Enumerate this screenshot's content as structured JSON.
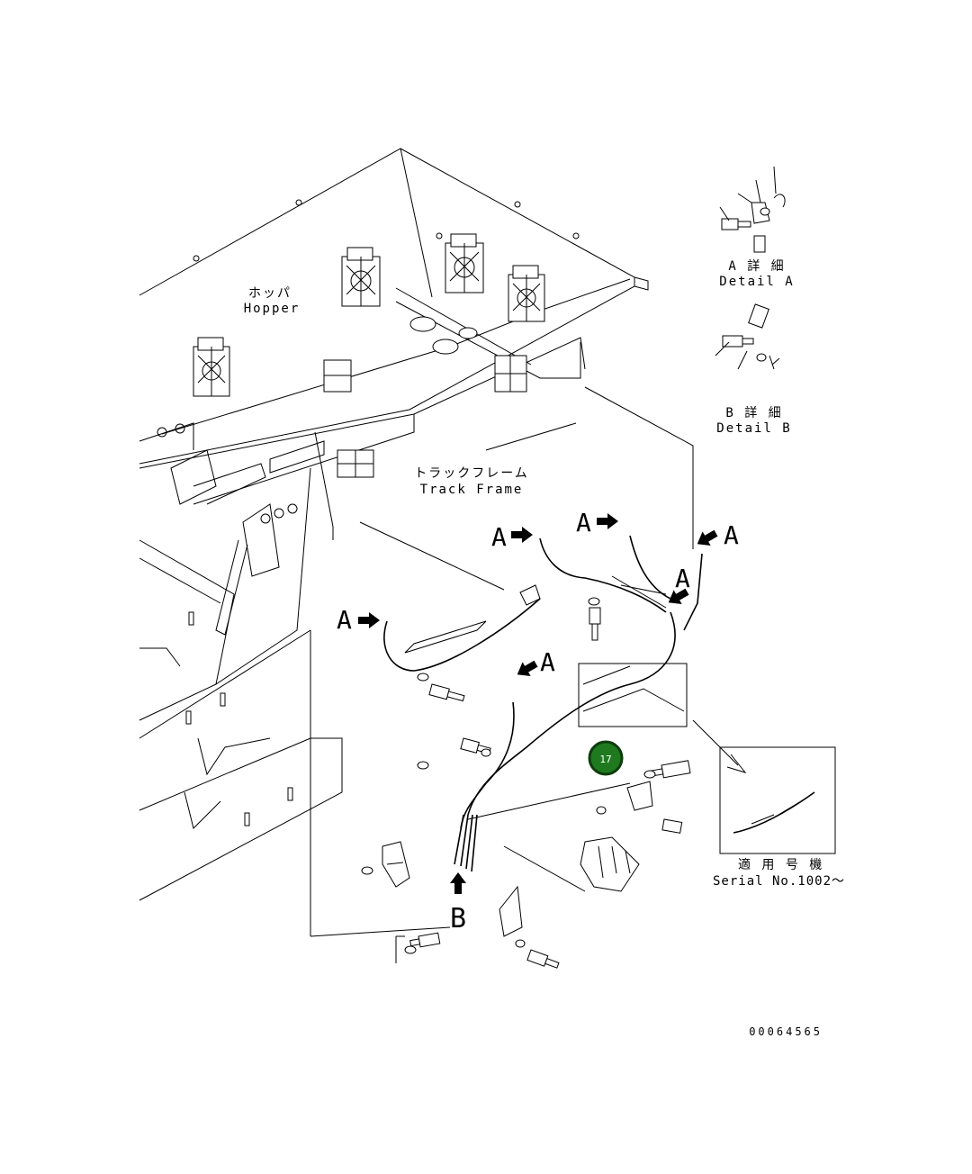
{
  "labels": {
    "hopper_jp": "ホッパ",
    "hopper_en": "Hopper",
    "track_frame_jp": "トラックフレーム",
    "track_frame_en": "Track Frame",
    "detail_a_jp": "A 詳 細",
    "detail_a_en": "Detail A",
    "detail_b_jp": "B 詳 細",
    "detail_b_en": "Detail B",
    "serial_jp": "適 用 号 機",
    "serial_en": "Serial No.1002～",
    "marker_a": "A",
    "marker_b": "B"
  },
  "callout": {
    "number": "17",
    "color": "#1f7a1f",
    "border_color": "#0d3d0d"
  },
  "figure_id": "00064565"
}
